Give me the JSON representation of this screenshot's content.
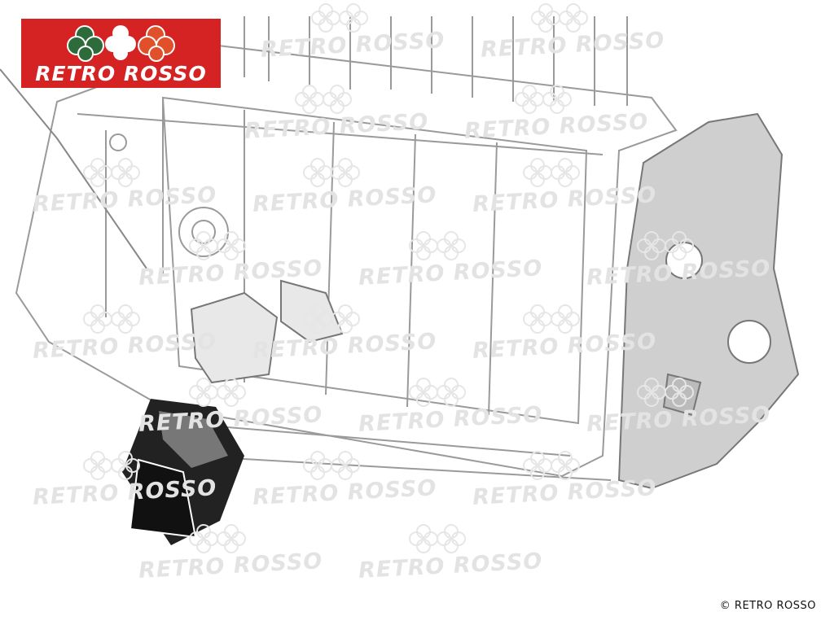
{
  "logo": {
    "brand": "RETRO ROSSO",
    "colors": {
      "background": "#d52222",
      "clover_left": "#2e6b3a",
      "clover_middle": "#ffffff",
      "clover_right": "#e0502a"
    }
  },
  "watermark": {
    "text": "RETRO ROSSO",
    "color": "#e6e6e6"
  },
  "diagram": {
    "subject": "engine-block-with-mount"
  },
  "copyright": "© RETRO ROSSO"
}
